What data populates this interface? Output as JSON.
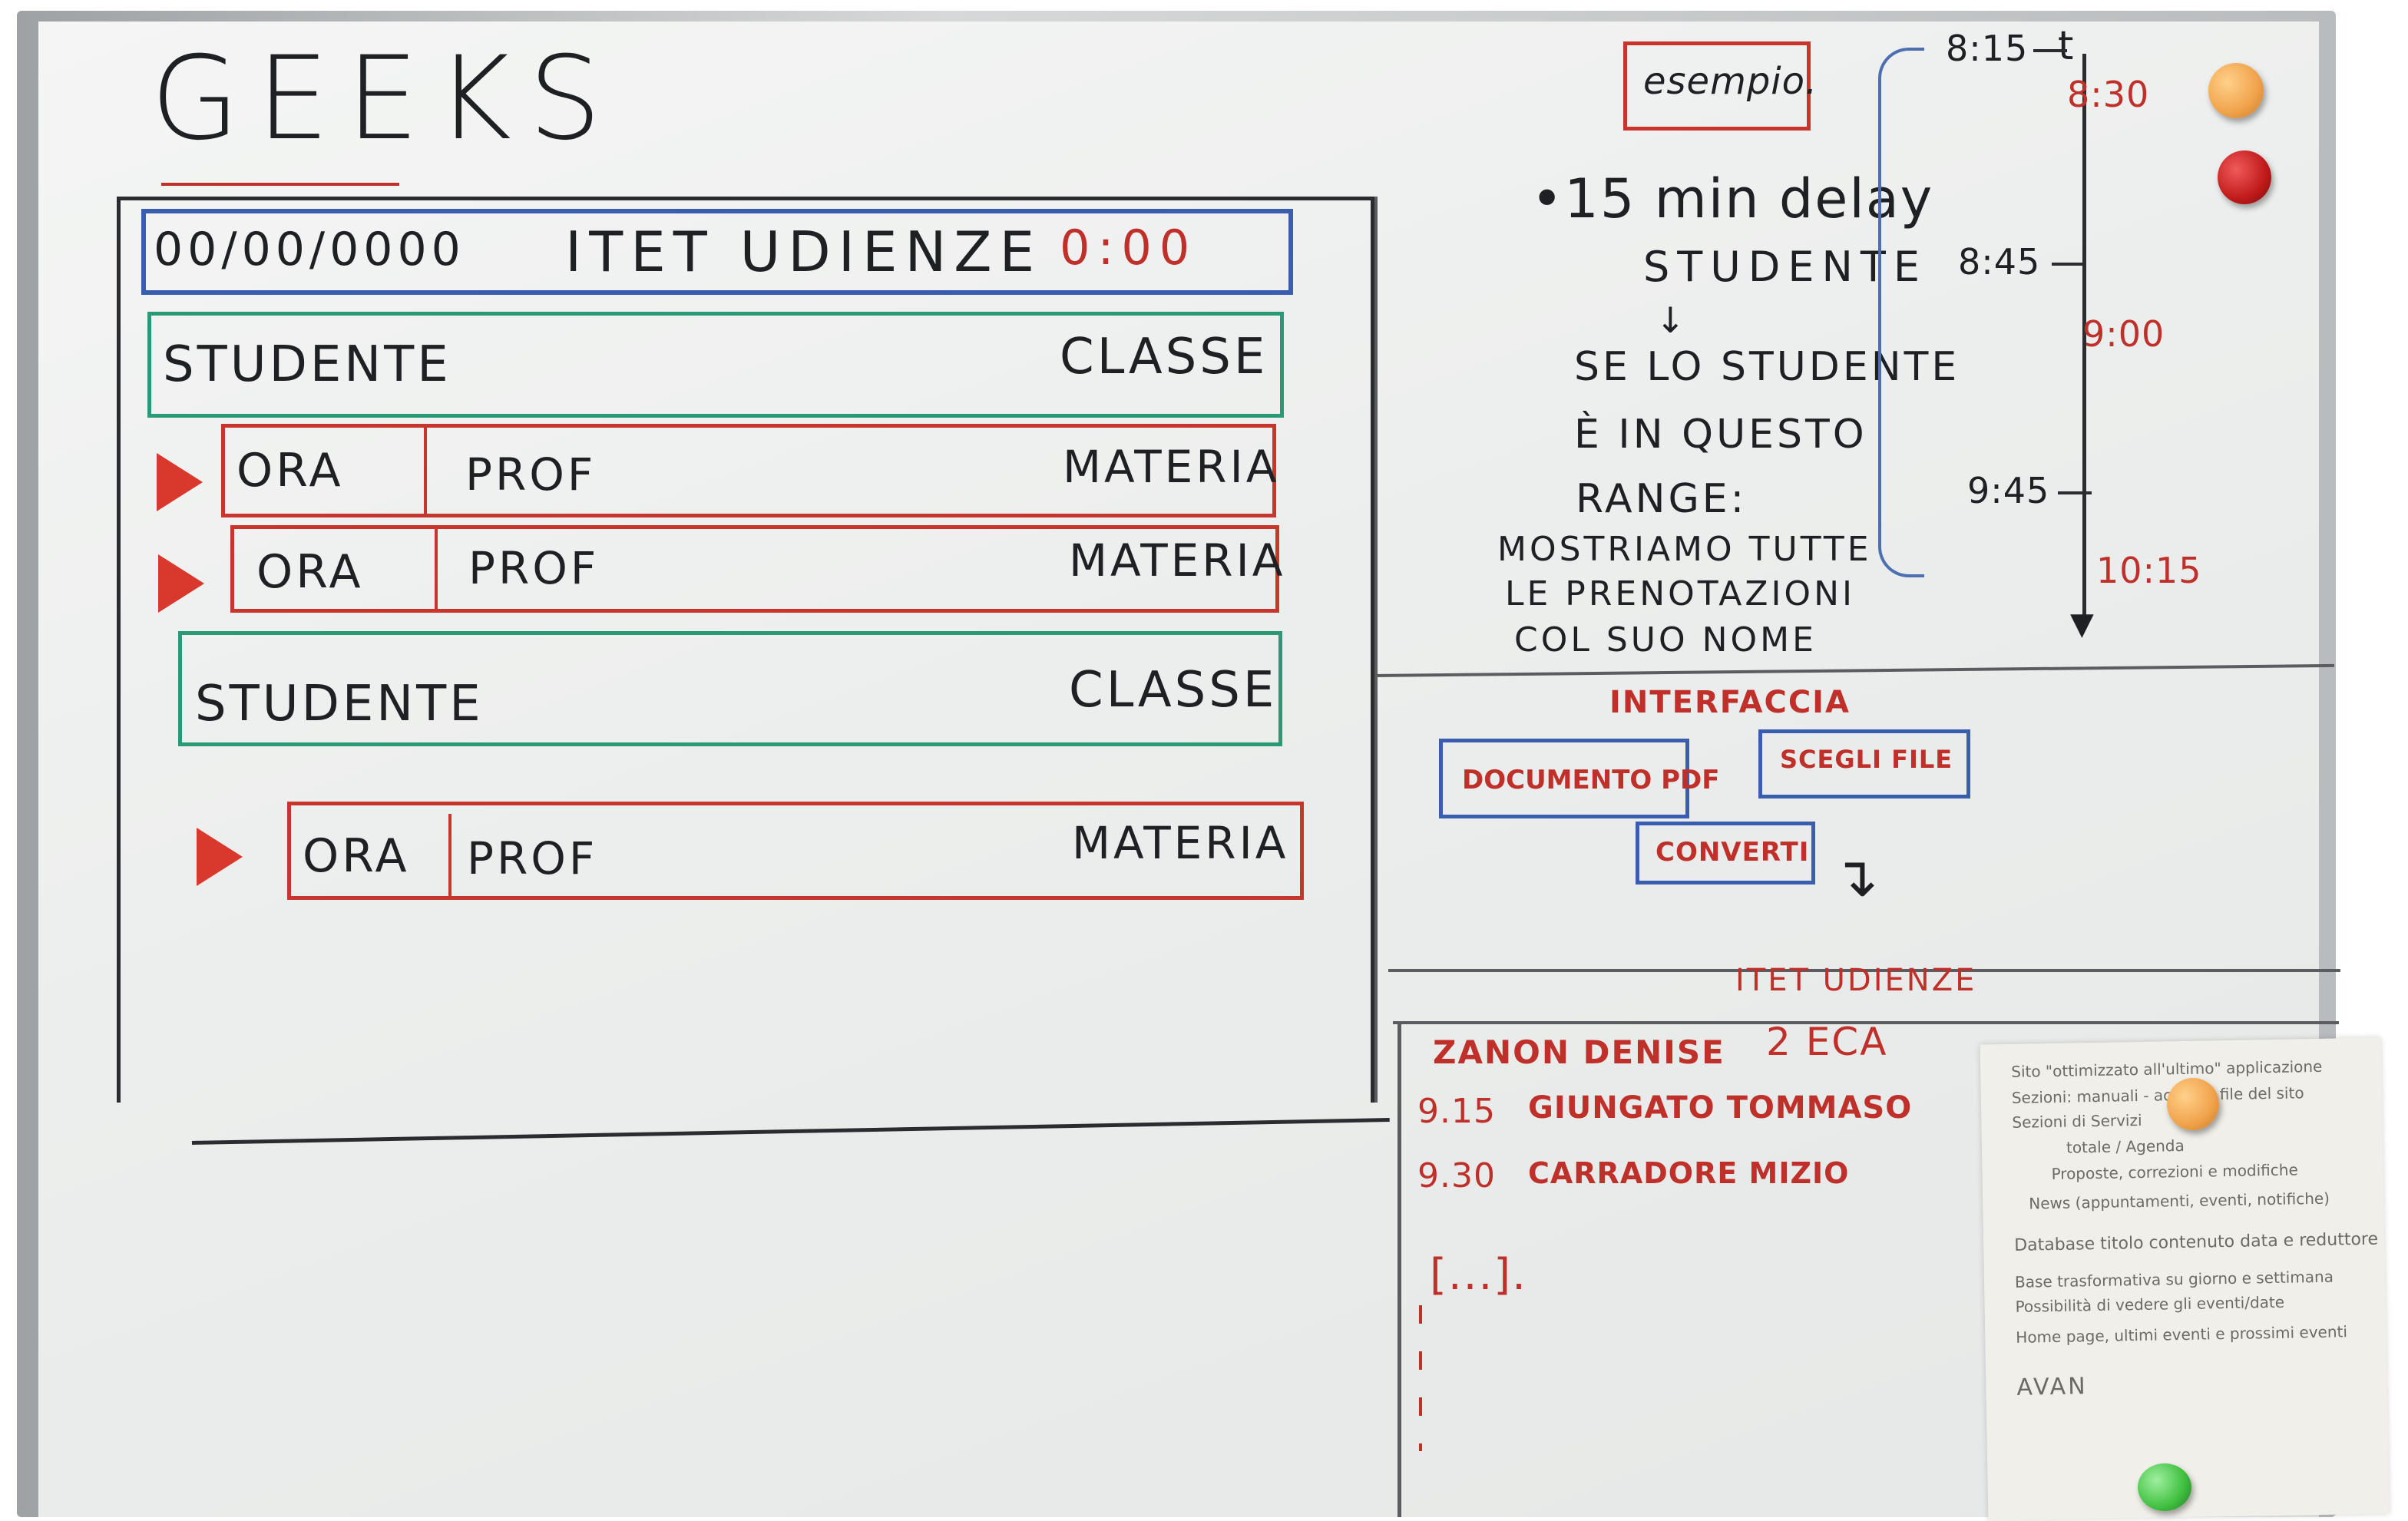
{
  "title": "GEEKS",
  "mockup": {
    "header_date": "00/00/0000",
    "header_title": "ITET UDIENZE",
    "header_time": "0:00",
    "groups": [
      {
        "student_label": "STUDENTE",
        "class_label": "CLASSE",
        "rows": [
          {
            "ora": "ORA",
            "prof": "PROF",
            "materia": "MATERIA"
          },
          {
            "ora": "ORA",
            "prof": "PROF",
            "materia": "MATERIA"
          }
        ]
      },
      {
        "student_label": "STUDENTE",
        "class_label": "CLASSE",
        "rows": [
          {
            "ora": "ORA",
            "prof": "PROF",
            "materia": "MATERIA"
          }
        ]
      }
    ]
  },
  "example": {
    "label": "esempio.",
    "delay_note": "•15 min delay",
    "student": "STUDENTE",
    "lines": [
      "SE LO STUDENTE",
      "È IN QUESTO",
      "RANGE:",
      "MOSTRIAMO TUTTE",
      "LE PRENOTAZIONI",
      "COL SUO NOME"
    ]
  },
  "timeline": {
    "ticks_left": [
      "8:15",
      "8:45",
      "9:45"
    ],
    "ticks_right": [
      "8:30",
      "9:00",
      "10:15"
    ],
    "t_label": "t"
  },
  "interface": {
    "title": "INTERFACCIA",
    "buttons": [
      "DOCUMENTO PDF",
      "SCEGLI FILE",
      "CONVERTI"
    ]
  },
  "output": {
    "title": "ITET UDIENZE",
    "student": "ZANON DENISE",
    "class": "2 ECA",
    "entries": [
      {
        "time": "9.15",
        "name": "GIUNGATO TOMMASO"
      },
      {
        "time": "9.30",
        "name": "CARRADORE MIZIO"
      }
    ],
    "ellipsis": "[...]."
  },
  "note": {
    "lines": [
      "Sito \"ottimizzato all'ultimo\"     applicazione",
      "Sezioni: manuali - accesso file del sito",
      "Sezioni di Servizi",
      "totale / Agenda",
      "Proposte, correzioni e modifiche",
      "News (appuntamenti, eventi, notifiche)",
      "Database titolo contenuto data e reduttore",
      "Base trasformativa su giorno e settimana",
      "Possibilità di vedere gli eventi/date",
      "Home page, ultimi eventi e prossimi eventi"
    ],
    "footer": "AVAN"
  },
  "colors": {
    "ink_red": "#c0302a",
    "ink_blue": "#2b4fa0",
    "ink_green": "#2a9a76",
    "magnet_orange": "#f0a24a",
    "magnet_red": "#c01a1a",
    "magnet_green": "#3fbf3f"
  }
}
